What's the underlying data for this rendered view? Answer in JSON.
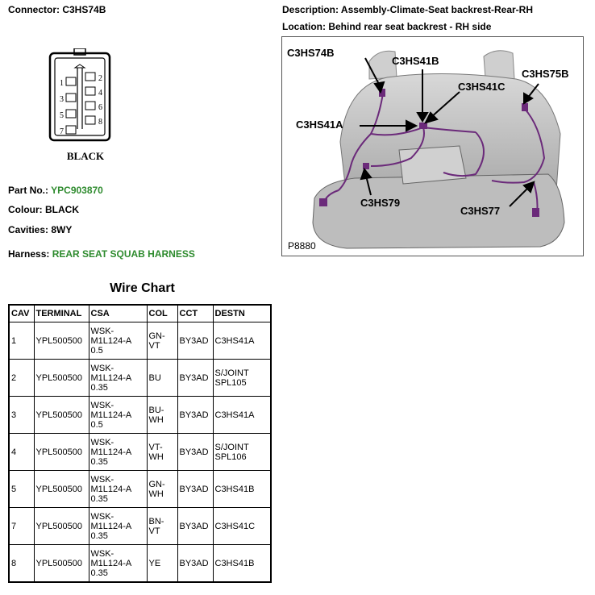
{
  "connector": {
    "label": "Connector:",
    "value": "C3HS74B",
    "color_text": "BLACK",
    "pins_left": [
      "1",
      "3",
      "5",
      "7"
    ],
    "pins_right": [
      "2",
      "4",
      "6",
      "8"
    ]
  },
  "description": {
    "label": "Description:",
    "value": "Assembly-Climate-Seat backrest-Rear-RH"
  },
  "location": {
    "label": "Location:",
    "value": "Behind rear seat backrest - RH side"
  },
  "part_no": {
    "label": "Part No.:",
    "value": "YPC903870"
  },
  "colour": {
    "label": "Colour:",
    "value": "BLACK"
  },
  "cavities": {
    "label": "Cavities:",
    "value": "8WY"
  },
  "harness": {
    "label": "Harness:",
    "value": "REAR SEAT SQUAB HARNESS"
  },
  "image": {
    "figure_id": "P8880",
    "callouts": [
      "C3HS74B",
      "C3HS41B",
      "C3HS41C",
      "C3HS75B",
      "C3HS41A",
      "C3HS79",
      "C3HS77"
    ]
  },
  "wire_chart": {
    "title": "Wire Chart",
    "headers": [
      "CAV",
      "TERMINAL",
      "CSA",
      "COL",
      "CCT",
      "DESTN"
    ],
    "rows": [
      {
        "cav": "1",
        "terminal": "YPL500500",
        "csa": [
          "WSK-",
          "M1L124-A",
          "0.5"
        ],
        "col": [
          "GN-",
          "VT"
        ],
        "cct": "BY3AD",
        "destn": [
          "C3HS41A"
        ]
      },
      {
        "cav": "2",
        "terminal": "YPL500500",
        "csa": [
          "WSK-",
          "M1L124-A",
          "0.35"
        ],
        "col": [
          "BU"
        ],
        "cct": "BY3AD",
        "destn": [
          "S/JOINT",
          "SPL105"
        ]
      },
      {
        "cav": "3",
        "terminal": "YPL500500",
        "csa": [
          "WSK-",
          "M1L124-A",
          "0.5"
        ],
        "col": [
          "BU-",
          "WH"
        ],
        "cct": "BY3AD",
        "destn": [
          "C3HS41A"
        ]
      },
      {
        "cav": "4",
        "terminal": "YPL500500",
        "csa": [
          "WSK-",
          "M1L124-A",
          "0.35"
        ],
        "col": [
          "VT-",
          "WH"
        ],
        "cct": "BY3AD",
        "destn": [
          "S/JOINT",
          "SPL106"
        ]
      },
      {
        "cav": "5",
        "terminal": "YPL500500",
        "csa": [
          "WSK-",
          "M1L124-A",
          "0.35"
        ],
        "col": [
          "GN-",
          "WH"
        ],
        "cct": "BY3AD",
        "destn": [
          "C3HS41B"
        ]
      },
      {
        "cav": "7",
        "terminal": "YPL500500",
        "csa": [
          "WSK-",
          "M1L124-A",
          "0.35"
        ],
        "col": [
          "BN-",
          "VT"
        ],
        "cct": "BY3AD",
        "destn": [
          "C3HS41C"
        ]
      },
      {
        "cav": "8",
        "terminal": "YPL500500",
        "csa": [
          "WSK-",
          "M1L124-A",
          "0.35"
        ],
        "col": [
          "YE"
        ],
        "cct": "BY3AD",
        "destn": [
          "C3HS41B"
        ]
      }
    ]
  }
}
